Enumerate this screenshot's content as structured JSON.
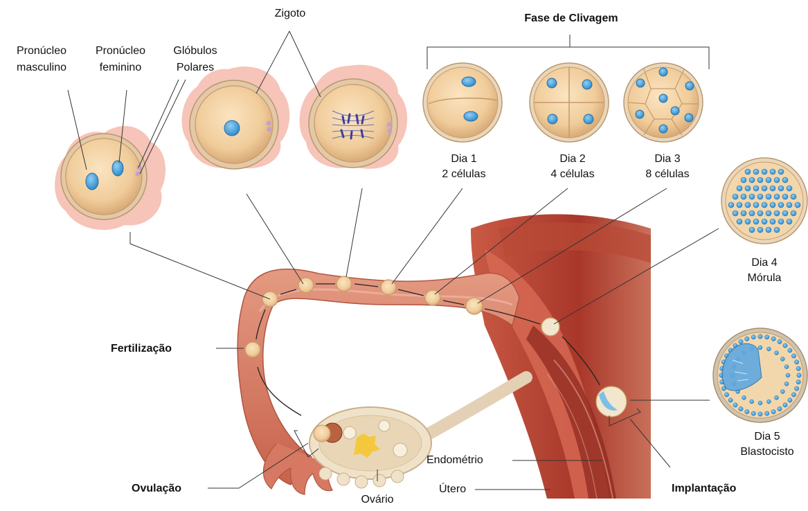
{
  "labels": {
    "zigoto": "Zigoto",
    "pronucleo_masculino_1": "Pronúcleo",
    "pronucleo_masculino_2": "masculino",
    "pronucleo_feminino_1": "Pronúcleo",
    "pronucleo_feminino_2": "feminino",
    "globulos_1": "Glóbulos",
    "globulos_2": "Polares",
    "fase_clivagem": "Fase de Clivagem",
    "dia1_a": "Dia 1",
    "dia1_b": "2 células",
    "dia2_a": "Dia 2",
    "dia2_b": "4 células",
    "dia3_a": "Dia 3",
    "dia3_b": "8 células",
    "dia4_a": "Dia 4",
    "dia4_b": "Mórula",
    "dia5_a": "Dia 5",
    "dia5_b": "Blastocisto",
    "fertilizacao": "Fertilização",
    "ovulacao": "Ovulação",
    "ovario": "Ovário",
    "endometrio": "Endométrio",
    "utero": "Útero",
    "implantacao": "Implantação"
  },
  "colors": {
    "cell_fill": "#f3d3a4",
    "cell_edge": "#c79a6a",
    "nucleus": "#4aa3de",
    "cumulus": "#f4b9ad",
    "tube": "#d9826a",
    "uterus": "#a7382a",
    "endometrium": "#c24a38"
  }
}
